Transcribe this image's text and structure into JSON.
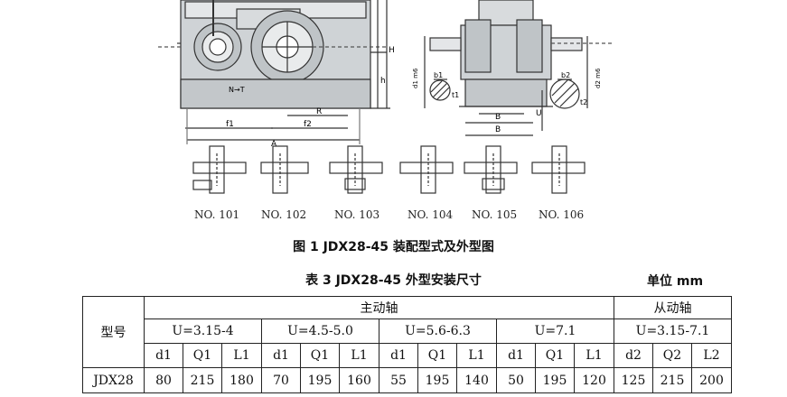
{
  "figure": {
    "labels": {
      "n_t": "N→T",
      "A": "A",
      "f1": "f1",
      "f2": "f2",
      "R": "R",
      "H": "H",
      "h": "h",
      "B_left": "B",
      "B_right": "B",
      "U": "U",
      "d1m6": "d1 m6",
      "d2m6": "d2 m6",
      "b1": "b1",
      "b2": "b2",
      "t1": "t1",
      "t2": "t2"
    },
    "assembly_types": [
      "NO. 101",
      "NO. 102",
      "NO. 103",
      "NO. 104",
      "NO. 105",
      "NO. 106"
    ],
    "caption": "图 1 JDX28-45 装配型式及外型图"
  },
  "table": {
    "title": "表 3 JDX28-45 外型安装尺寸",
    "unit": "单位 mm",
    "model_header": "型号",
    "drive_shaft": "主动轴",
    "driven_shaft": "从动轴",
    "ratio_groups": [
      "U=3.15-4",
      "U=4.5-5.0",
      "U=5.6-6.3",
      "U=7.1",
      "U=3.15-7.1"
    ],
    "sub_headers": [
      "d1",
      "Q1",
      "L1",
      "d1",
      "Q1",
      "L1",
      "d1",
      "Q1",
      "L1",
      "d1",
      "Q1",
      "L1",
      "d2",
      "Q2",
      "L2"
    ],
    "rows": [
      {
        "model": "JDX28",
        "values": [
          "80",
          "215",
          "180",
          "70",
          "195",
          "160",
          "55",
          "195",
          "140",
          "50",
          "195",
          "120",
          "125",
          "215",
          "200"
        ]
      }
    ]
  }
}
